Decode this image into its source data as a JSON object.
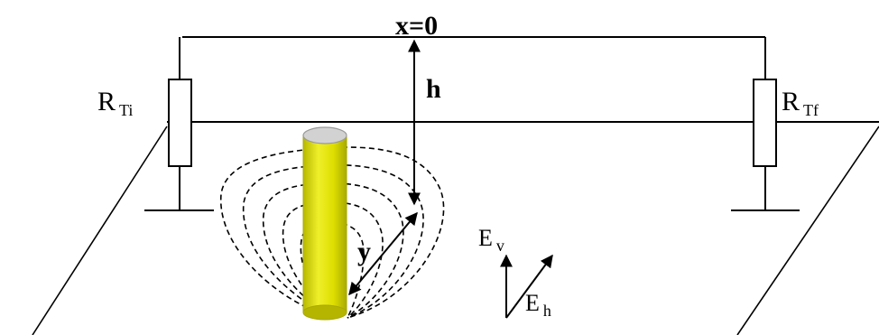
{
  "labels": {
    "x0": "x=0",
    "h": "h",
    "y": "y",
    "r_ti_main": "R",
    "r_ti_sub": "Ti",
    "r_tf_main": "R",
    "r_tf_sub": "Tf",
    "ev_main": "E",
    "ev_sub": "v",
    "eh_main": "E",
    "eh_sub": "h"
  },
  "colors": {
    "rod_fill": "#dede00",
    "rod_cap": "#cfcfcf",
    "rod_edge": "#a8a800"
  }
}
